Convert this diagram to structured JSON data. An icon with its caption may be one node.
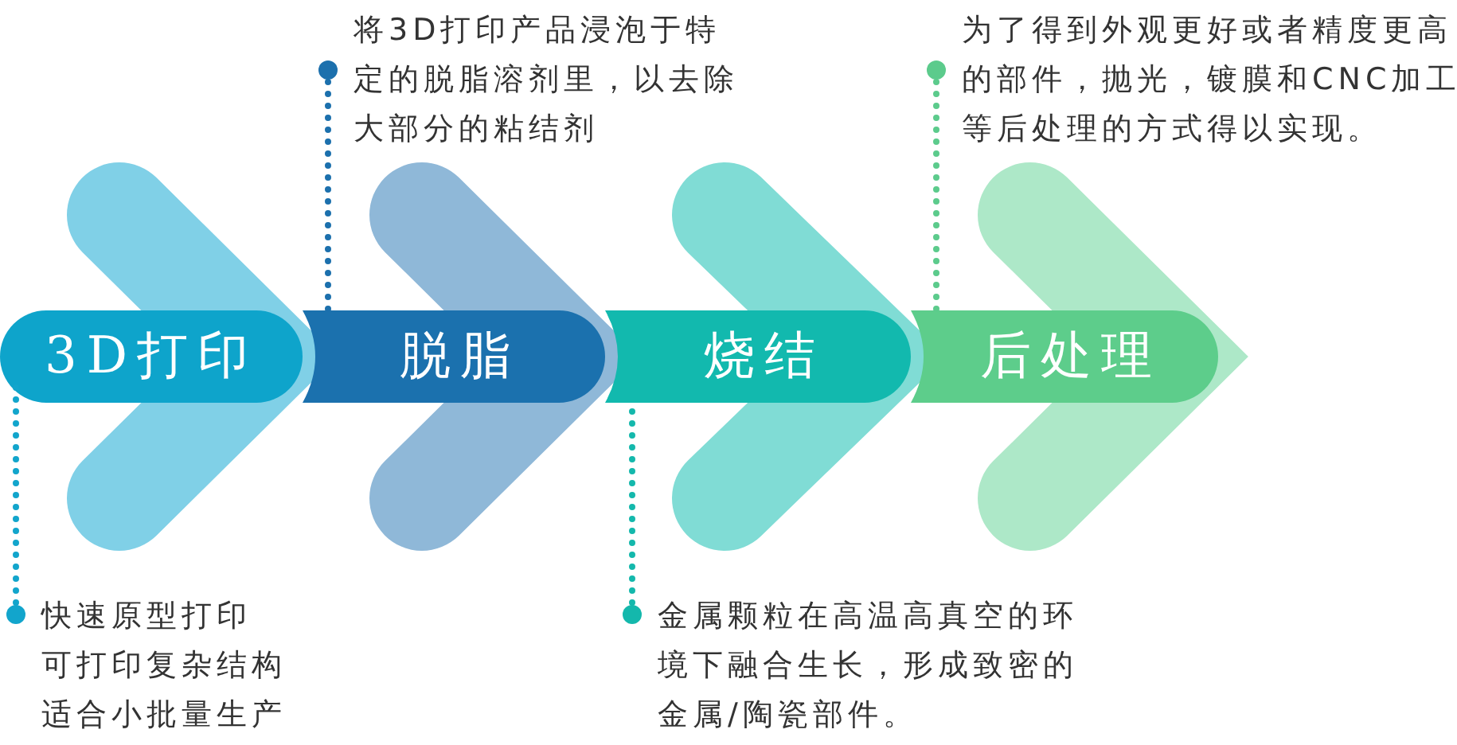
{
  "diagram": {
    "nodes": [
      {
        "text": [
          "3D打印"
        ]
      },
      {
        "text": [
          "脱脂"
        ]
      },
      {
        "text": [
          "烧结"
        ]
      },
      {
        "text": [
          "后处理"
        ]
      },
      {
        "text": [
          "快速原型打印",
          "可打印复杂结构",
          "适合小批量生产"
        ]
      },
      {
        "text": [
          "将3D打印产品浸泡于特定的脱脂溶剂里，以去除大部分的粘结剂"
        ]
      },
      {
        "text": [
          "金属颗粒在高温高真空的环境下融合生长，形成致密的金属/陶瓷部件。"
        ]
      },
      {
        "text": [
          "为了得到外观更好或者精度更高的部件，抛光，镀膜和CNC加工等后处理的方式得以实现。"
        ]
      }
    ],
    "edges": [
      {
        "from": 0,
        "to": 1,
        "arrow": "to",
        "style": "thick"
      },
      {
        "from": 1,
        "to": 2,
        "arrow": "to",
        "style": "thick"
      },
      {
        "from": 2,
        "to": 3,
        "arrow": "to",
        "style": "thick"
      },
      {
        "from": 4,
        "to": 0,
        "arrow": "other",
        "style": "dashed",
        "color": "#12a5cc"
      },
      {
        "from": 5,
        "to": 1,
        "arrow": "other",
        "style": "dashed",
        "color": "#1c70ad"
      },
      {
        "from": 6,
        "to": 2,
        "arrow": "other",
        "style": "dashed",
        "color": "#14b8ac"
      },
      {
        "from": 7,
        "to": 3,
        "arrow": "other",
        "style": "dashed",
        "color": "#5ccb8c"
      }
    ]
  }
}
